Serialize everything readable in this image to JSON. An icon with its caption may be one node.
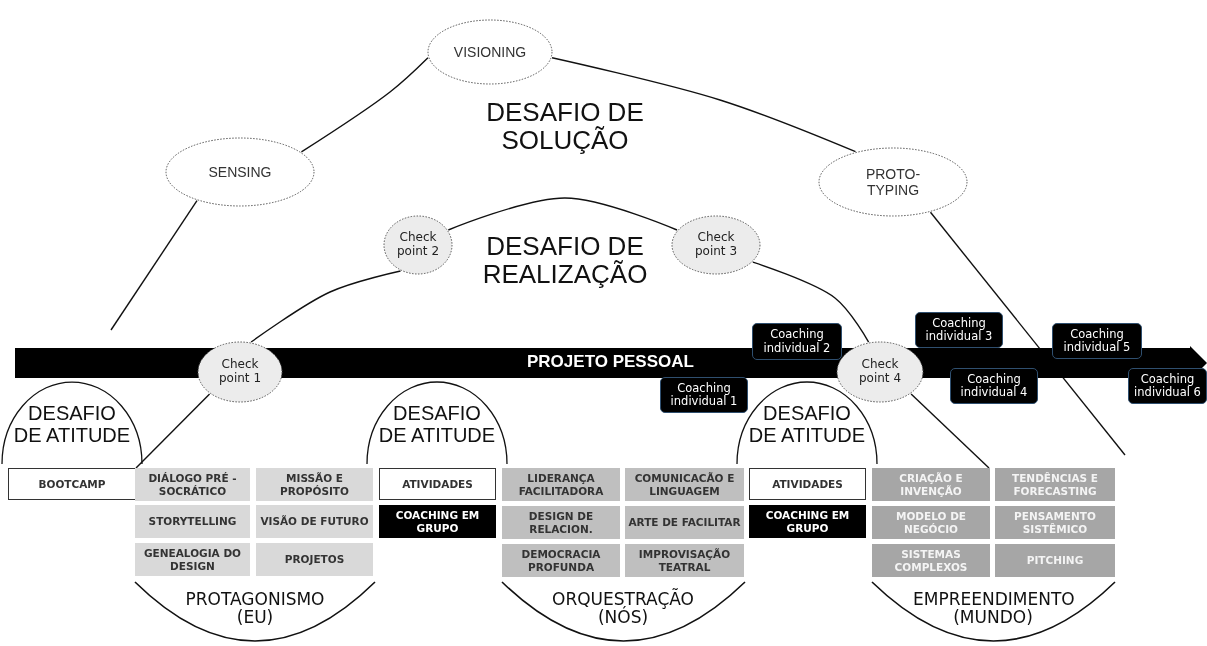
{
  "diagram": {
    "nodes": [
      {
        "text": [
          "VISIONING"
        ]
      },
      {
        "text": [
          "SENSING"
        ]
      },
      {
        "text": [
          "PROTO- TYPING"
        ]
      },
      {
        "text": [
          "Check point 2"
        ]
      },
      {
        "text": [
          "Check point 3"
        ]
      },
      {
        "text": [
          "PROJETO PESSOAL"
        ]
      },
      {
        "text": [
          "Coaching individual 2"
        ]
      },
      {
        "text": [
          "Coaching individual 3"
        ]
      },
      {
        "text": [
          "Coaching individual 5"
        ]
      },
      {
        "text": [
          "Check point 1"
        ]
      },
      {
        "text": [
          "Coaching individual 1"
        ]
      },
      {
        "text": [
          "Check point 4"
        ]
      },
      {
        "text": [
          "Coaching individual 4"
        ]
      },
      {
        "text": [
          "Coaching individual 6"
        ]
      },
      {
        "text": [
          "BOOTCAMP"
        ]
      },
      {
        "text": [
          "DIÁLOGO PRÉ -SOCRÁTICO"
        ]
      },
      {
        "text": [
          "MISSÃO E PROPÓSITO"
        ]
      },
      {
        "text": [
          "STORYTELLING"
        ]
      },
      {
        "text": [
          "VISÃO DE FUTURO"
        ]
      },
      {
        "text": [
          "GENEALOGIA DO DESIGN"
        ]
      },
      {
        "text": [
          "PROJETOS"
        ]
      },
      {
        "text": [
          "ATIVIDADES"
        ]
      },
      {
        "text": [
          "COACHING EM GRUPO"
        ]
      },
      {
        "text": [
          "LIDERANÇA FACILITADORA"
        ]
      },
      {
        "text": [
          "COMUNICACÃO E LINGUAGEM"
        ]
      },
      {
        "text": [
          "DESIGN DE RELACION."
        ]
      },
      {
        "text": [
          "ARTE DE FACILITAR"
        ]
      },
      {
        "text": [
          "DEMOCRACIA PROFUNDA"
        ]
      },
      {
        "text": [
          "IMPROVISAÇÃO TEATRAL"
        ]
      },
      {
        "text": [
          "ATIVIDADES"
        ]
      },
      {
        "text": [
          "COACHING EM GRUPO"
        ]
      },
      {
        "text": [
          "CRIAÇÃO E INVENÇÃO"
        ]
      },
      {
        "text": [
          "TENDÊNCIAS E FORECASTING"
        ]
      },
      {
        "text": [
          "MODELO DE NEGÓCIO"
        ]
      },
      {
        "text": [
          "PENSAMENTO SISTÊMICO"
        ]
      },
      {
        "text": [
          "SISTEMAS COMPLEXOS"
        ]
      },
      {
        "text": [
          "PITCHING"
        ]
      }
    ],
    "edges": [
      {
        "from": null,
        "to": 1,
        "arrow": "none"
      },
      {
        "from": 1,
        "to": 0,
        "arrow": "none"
      },
      {
        "from": 0,
        "to": 2,
        "arrow": "none"
      },
      {
        "from": 2,
        "to": null,
        "arrow": "none"
      },
      {
        "from": 9,
        "to": 15,
        "arrow": "none"
      },
      {
        "from": 9,
        "to": 3,
        "arrow": "none"
      },
      {
        "from": 3,
        "to": 4,
        "arrow": "none"
      },
      {
        "from": 4,
        "to": 11,
        "arrow": "none"
      },
      {
        "from": 11,
        "to": 31,
        "arrow": "none"
      }
    ],
    "labels": [
      "DESAFIO DE SOLUÇÃO",
      "DESAFIO DE REALIZAÇÃO",
      "DESAFIO DE ATITUDE",
      "DESAFIO DE ATITUDE",
      "DESAFIO DE ATITUDE",
      "PROTAGONISMO (EU)",
      "ORQUESTRAÇÃO (NÓS)",
      "EMPREENDIMENTO (MUNDO)"
    ]
  }
}
